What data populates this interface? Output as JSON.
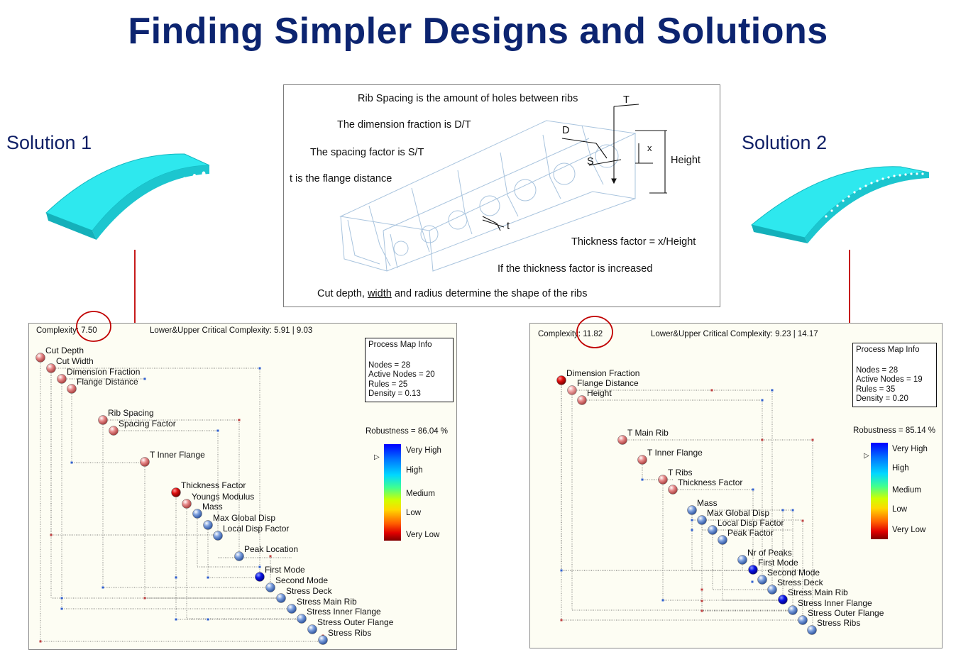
{
  "title": "Finding Simpler Designs and Solutions",
  "solution1_label": "Solution 1",
  "solution2_label": "Solution 2",
  "diagram": {
    "rib_spacing": "Rib Spacing is the amount of holes between ribs",
    "dimension_fraction": "The dimension fraction is D/T",
    "spacing_factor": "The spacing factor is S/T",
    "flange_distance": "t is the flange distance",
    "thickness_factor": "Thickness factor = x/Height",
    "thickness_increased": "If the thickness factor is increased",
    "cut_depth_pre": "Cut depth, ",
    "cut_depth_width": "width",
    "cut_depth_post": " and radius determine the shape of the ribs",
    "label_T": "T",
    "label_D": "D",
    "label_S": "S",
    "label_x": "x",
    "label_t": "t",
    "label_height": "Height"
  },
  "panel1": {
    "complexity": "Complexity: 7.50",
    "critical": "Lower&Upper Critical Complexity: 5.91 | 9.03",
    "info_title": "Process Map Info",
    "info_lines": [
      "Nodes = 28",
      "Active Nodes = 20",
      "Rules = 25",
      "Density = 0.13"
    ],
    "robustness": "Robustness = 86.04 %",
    "nodes": [
      "Cut Depth",
      "Cut Width",
      "Dimension Fraction",
      "Flange Distance",
      "Rib Spacing",
      "Spacing Factor",
      "T Inner Flange",
      "Thickness Factor",
      "Youngs Modulus",
      "Mass",
      "Max Global Disp",
      "Local Disp Factor",
      "Peak Location",
      "First Mode",
      "Second Mode",
      "Stress Deck",
      "Stress Main Rib",
      "Stress Inner Flange",
      "Stress Outer Flange",
      "Stress Ribs"
    ]
  },
  "panel2": {
    "complexity": "Complexity: 11.82",
    "critical": "Lower&Upper Critical Complexity: 9.23 | 14.17",
    "info_title": "Process Map Info",
    "info_lines": [
      "Nodes = 28",
      "Active Nodes = 19",
      "Rules = 35",
      "Density = 0.20"
    ],
    "robustness": "Robustness = 85.14 %",
    "nodes": [
      "Dimension Fraction",
      "Flange Distance",
      "Height",
      "T Main Rib",
      "T Inner Flange",
      "T Ribs",
      "Thickness Factor",
      "Mass",
      "Max Global Disp",
      "Local Disp Factor",
      "Peak Factor",
      "Nr of Peaks",
      "First Mode",
      "Second Mode",
      "Stress Deck",
      "Stress Main Rib",
      "Stress Inner Flange",
      "Stress Outer Flange",
      "Stress Ribs"
    ]
  },
  "legend": [
    "Very High",
    "High",
    "Medium",
    "Low",
    "Very Low"
  ],
  "colors": {
    "title": "#0c2470",
    "arrow": "#c00000",
    "beam": "#27e0e8",
    "input_node": "#e07070",
    "output_node": "#5a80c8",
    "high_node": "#0000dd",
    "low_node": "#cc0000"
  }
}
